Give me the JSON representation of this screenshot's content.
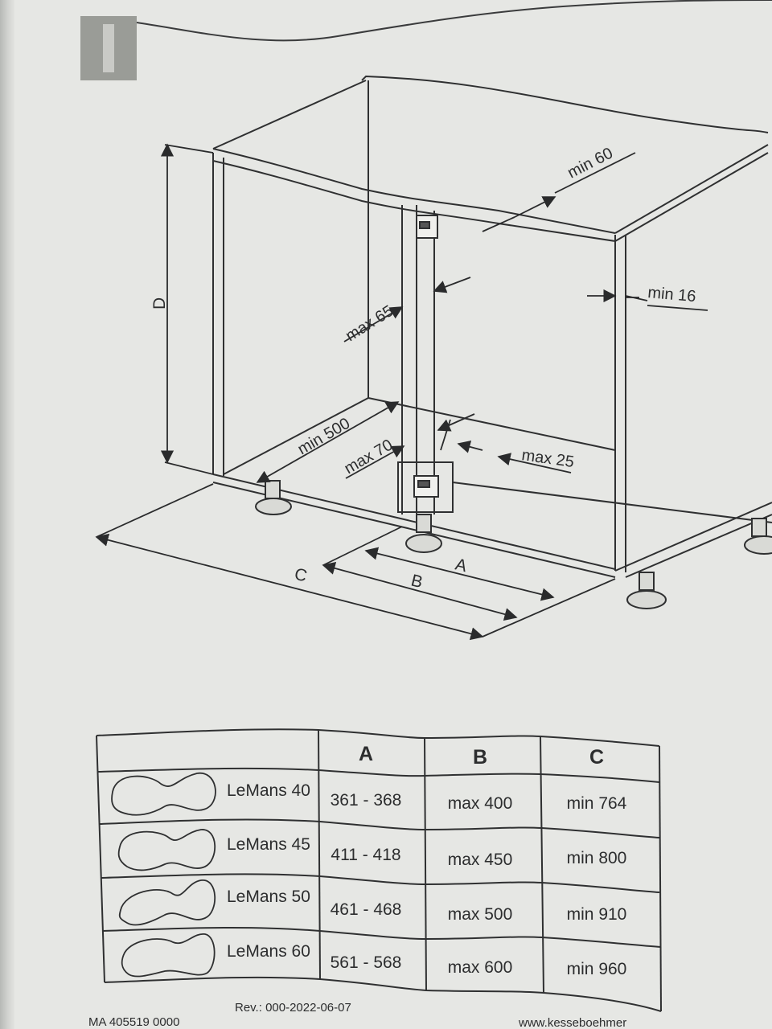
{
  "drawing": {
    "dimensions": {
      "min60": "min 60",
      "min16": "min 16",
      "max65": "max 65",
      "min500": "min 500",
      "max70": "max 70",
      "max25": "max 25",
      "D": "D",
      "A": "A",
      "B": "B",
      "C": "C"
    }
  },
  "table": {
    "headers": [
      "",
      "A",
      "B",
      "C"
    ],
    "rows": [
      {
        "model": "LeMans 40",
        "a": "361 - 368",
        "b": "max 400",
        "c": "min 764"
      },
      {
        "model": "LeMans 45",
        "a": "411 - 418",
        "b": "max 450",
        "c": "min 800"
      },
      {
        "model": "LeMans 50",
        "a": "461 - 468",
        "b": "max 500",
        "c": "min 910"
      },
      {
        "model": "LeMans 60",
        "a": "561 - 568",
        "b": "max 600",
        "c": "min 960"
      }
    ]
  },
  "footer": {
    "doc_number": "MA 405519 0000",
    "revision": "Rev.: 000-2022-06-07",
    "website": "www.kesseboehmer"
  },
  "icons": {
    "tab": "section-tab-icon",
    "shelf": "lemans-shelf-icon",
    "foot": "cabinet-foot-icon",
    "hinge": "hinge-icon"
  }
}
